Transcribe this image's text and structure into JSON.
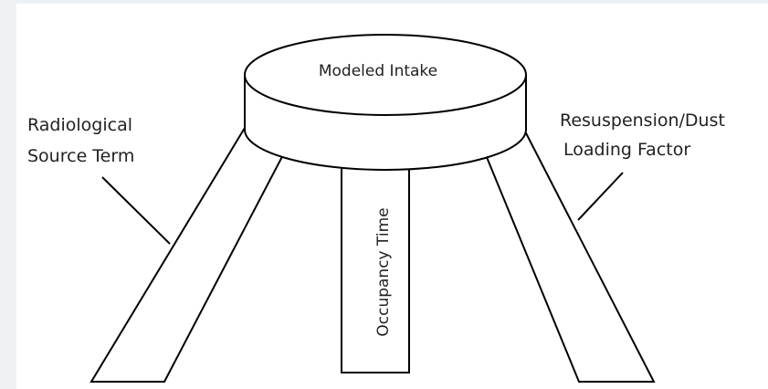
{
  "diagram": {
    "top_label": "Modeled Intake",
    "left_label": [
      "Radiological",
      "Source Term"
    ],
    "right_label": [
      "Resuspension/Dust",
      "Loading Factor"
    ],
    "center_label": "Occupancy Time"
  }
}
